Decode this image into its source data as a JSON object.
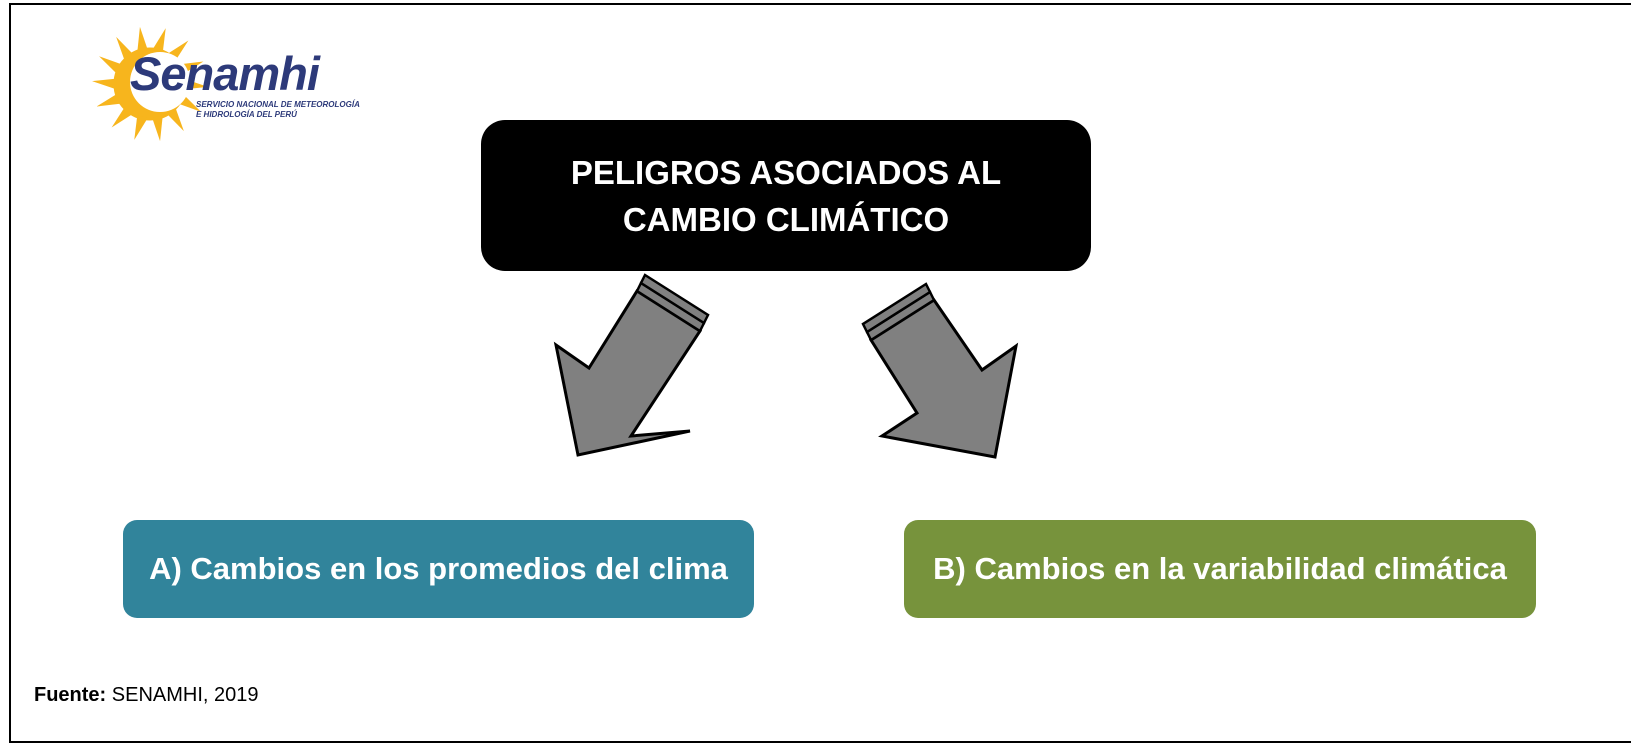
{
  "logo": {
    "name": "Senamhi",
    "subtitle_line1": "SERVICIO NACIONAL DE METEOROLOGÍA",
    "subtitle_line2": "E HIDROLOGÍA DEL PERÚ",
    "colors": {
      "sun": "#f7b51d",
      "text": "#2d3a7a"
    }
  },
  "title": "PELIGROS ASOCIADOS AL CAMBIO CLIMÁTICO",
  "branches": {
    "a": {
      "label": "A) Cambios en los promedios del clima",
      "color": "#31849b"
    },
    "b": {
      "label": "B) Cambios en la variabilidad climática",
      "color": "#77933c"
    }
  },
  "arrow_color": "#808080",
  "source": {
    "label": "Fuente:",
    "text": "SENAMHI, 2019"
  }
}
